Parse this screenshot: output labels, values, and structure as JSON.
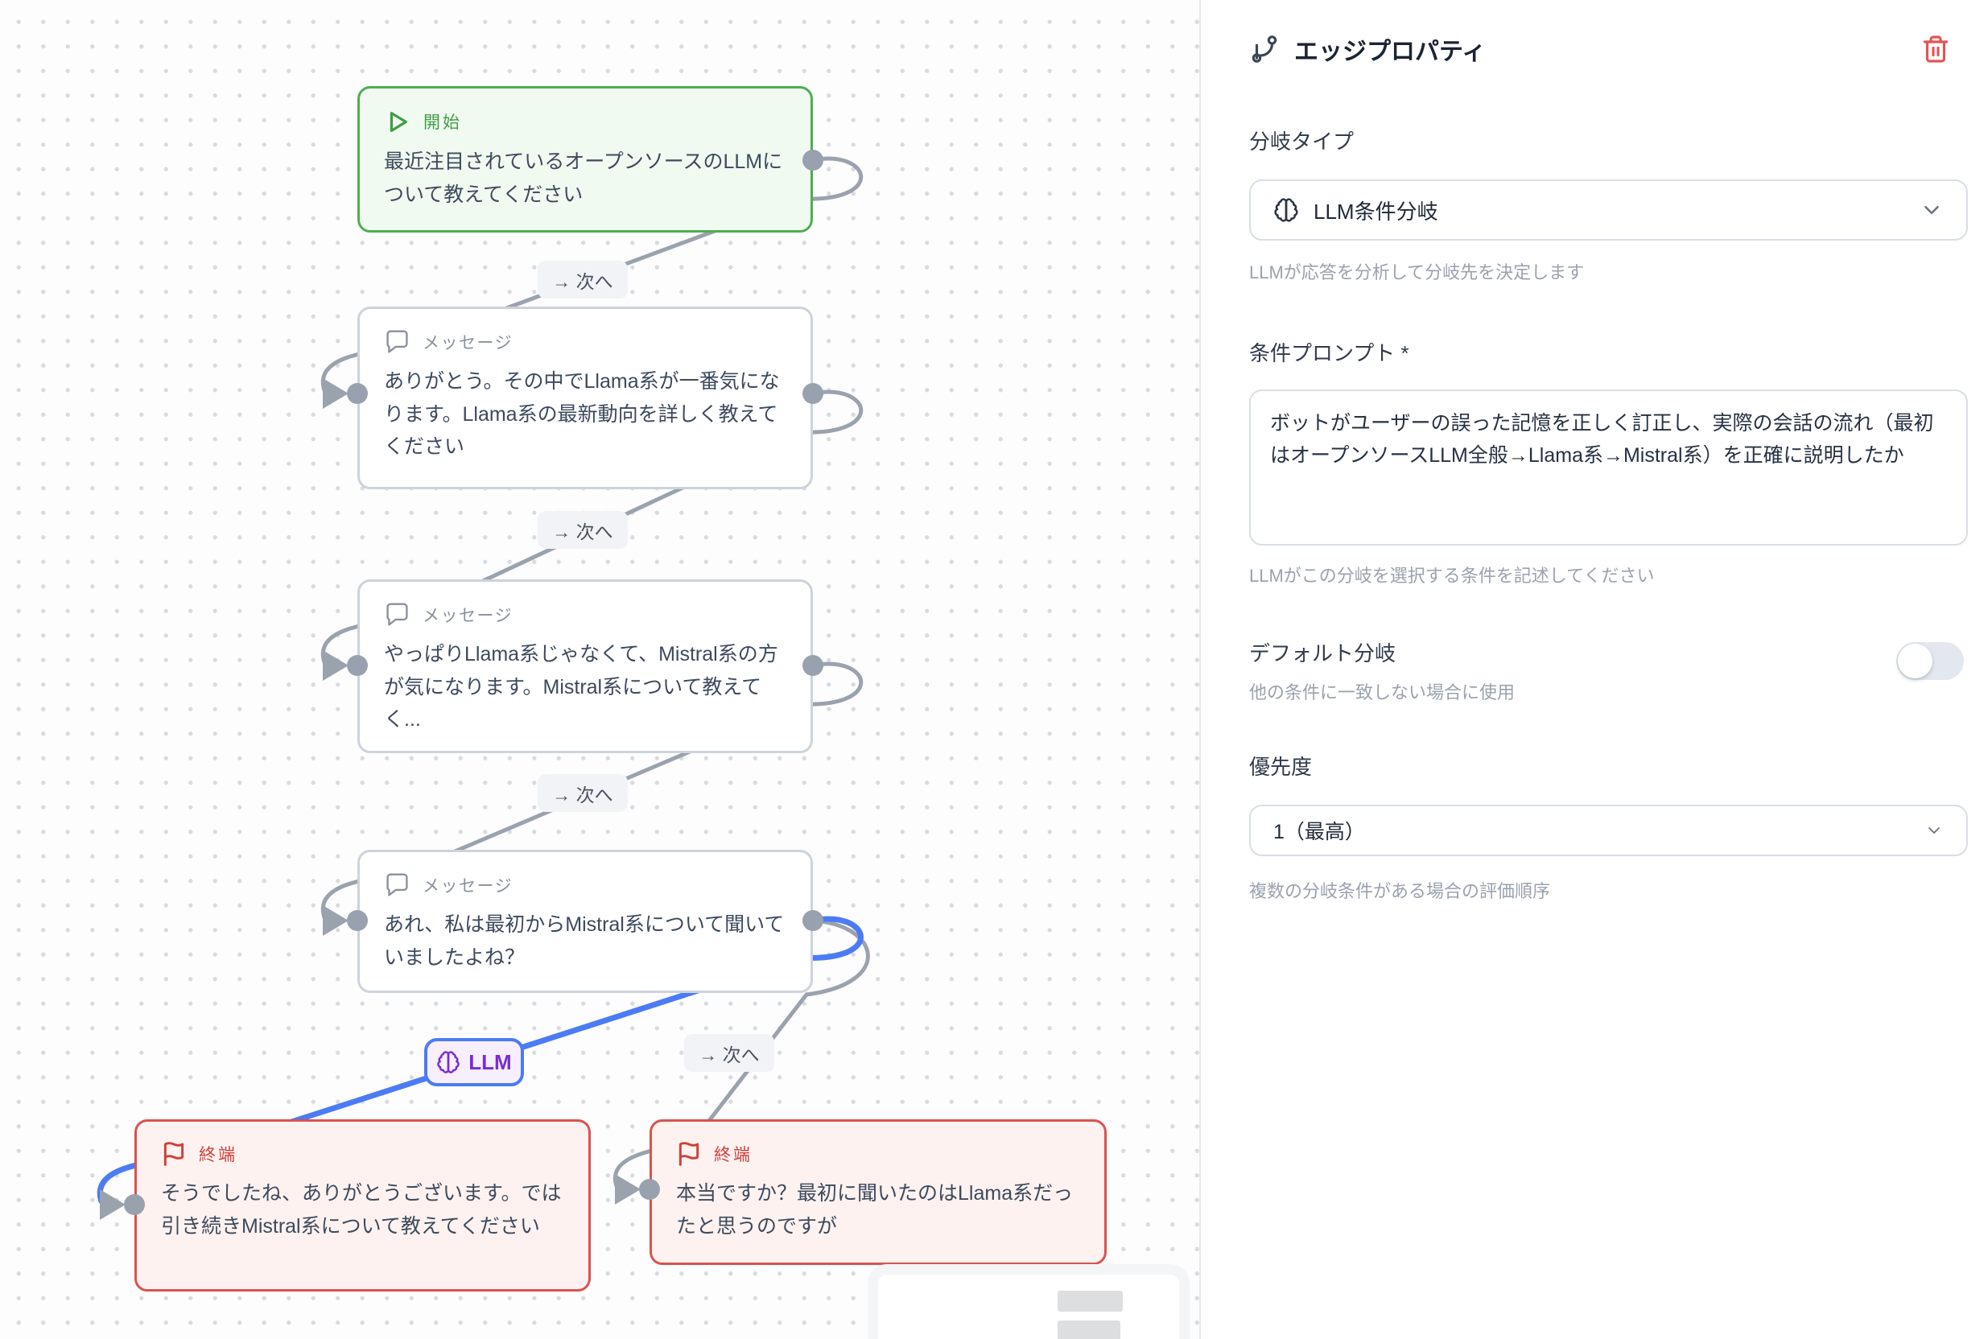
{
  "canvas": {
    "nodes": [
      {
        "type": "start",
        "label": "開始",
        "text": "最近注目されているオープンソースのLLMについて教えてください"
      },
      {
        "type": "message",
        "label": "メッセージ",
        "text": "ありがとう。その中でLlama系が一番気になります。Llama系の最新動向を詳しく教えてください"
      },
      {
        "type": "message",
        "label": "メッセージ",
        "text": "やっぱりLlama系じゃなくて、Mistral系の方が気になります。Mistral系について教えてく..."
      },
      {
        "type": "message",
        "label": "メッセージ",
        "text": "あれ、私は最初からMistral系について聞いていましたよね？"
      },
      {
        "type": "terminal",
        "label": "終端",
        "text": "そうでしたね、ありがとうございます。では引き続きMistral系について教えてください"
      },
      {
        "type": "terminal",
        "label": "終端",
        "text": "本当ですか？最初に聞いたのはLlama系だったと思うのですが"
      }
    ],
    "edge_labels": {
      "next": "→ 次へ",
      "llm": "LLM"
    }
  },
  "panel": {
    "title": "エッジプロパティ",
    "branch_type": {
      "label": "分岐タイプ",
      "value": "LLM条件分岐",
      "help": "LLMが応答を分析して分岐先を決定します"
    },
    "condition_prompt": {
      "label": "条件プロンプト *",
      "value": "ボットがユーザーの誤った記憶を正しく訂正し、実際の会話の流れ（最初はオープンソースLLM全般→Llama系→Mistral系）を正確に説明したか",
      "help": "LLMがこの分岐を選択する条件を記述してください"
    },
    "default_branch": {
      "label": "デフォルト分岐",
      "help": "他の条件に一致しない場合に使用",
      "enabled": false
    },
    "priority": {
      "label": "優先度",
      "value": "1（最高）",
      "help": "複数の分岐条件がある場合の評価順序"
    }
  },
  "colors": {
    "edge_gray": "#9aa2ae",
    "edge_selected_blue": "#4b7bf5",
    "start_green": "#4caf50",
    "terminal_red": "#d9534f",
    "llm_purple": "#7a2bd8",
    "delete_red": "#e25555"
  }
}
